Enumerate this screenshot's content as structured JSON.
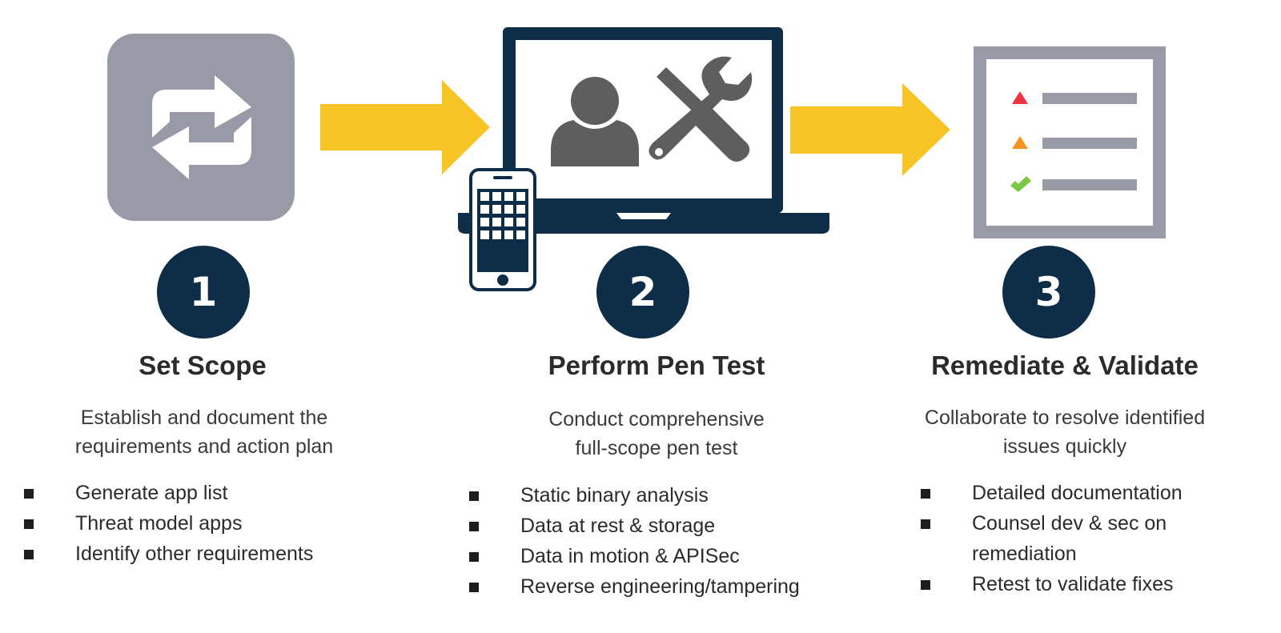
{
  "colors": {
    "navy": "#0d2d48",
    "gray_box": "#989aa8",
    "arrow_yellow": "#f8c324",
    "icon_gray": "#5e5e5e",
    "red": "#ee3344",
    "orange": "#f7931e",
    "green": "#7ac943"
  },
  "steps": [
    {
      "number": "1",
      "icon": "repeat-cycle-icon",
      "title": "Set Scope",
      "description_lines": [
        "Establish and document the",
        "requirements and action plan"
      ],
      "bullets": [
        "Generate app list",
        "Threat model apps",
        "Identify other requirements"
      ]
    },
    {
      "number": "2",
      "icon": "laptop-user-tools-phone-icon",
      "title": "Perform Pen Test",
      "description_lines": [
        "Conduct comprehensive",
        "full-scope pen test"
      ],
      "bullets": [
        "Static binary analysis",
        "Data at rest & storage",
        "Data in motion & APISec",
        "Reverse engineering/tampering"
      ]
    },
    {
      "number": "3",
      "icon": "checklist-report-icon",
      "title": "Remediate & Validate",
      "description_lines": [
        "Collaborate to resolve identified",
        "issues quickly"
      ],
      "bullets": [
        "Detailed documentation",
        "Counsel dev & sec on",
        "remediation",
        "Retest to validate fixes"
      ]
    }
  ]
}
